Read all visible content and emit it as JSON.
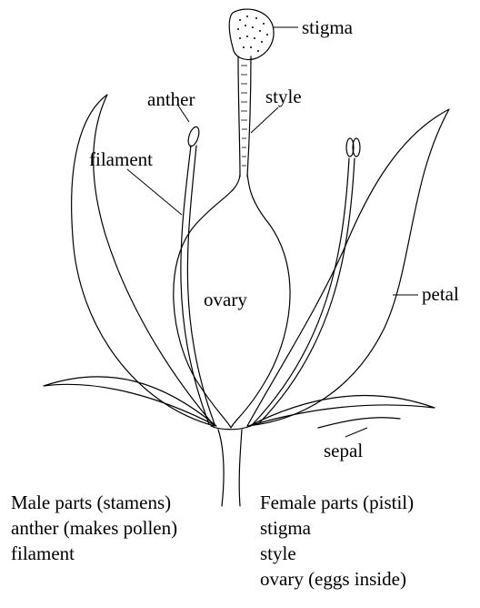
{
  "labels": {
    "stigma": "stigma",
    "style": "style",
    "anther": "anther",
    "filament": "filament",
    "ovary": "ovary",
    "petal": "petal",
    "sepal": "sepal"
  },
  "male_parts": {
    "title": "Male parts (stamens)",
    "items": [
      "anther (makes pollen)",
      "filament"
    ]
  },
  "female_parts": {
    "title": "Female parts (pistil)",
    "items": [
      "stigma",
      "style",
      "ovary (eggs inside)"
    ]
  }
}
